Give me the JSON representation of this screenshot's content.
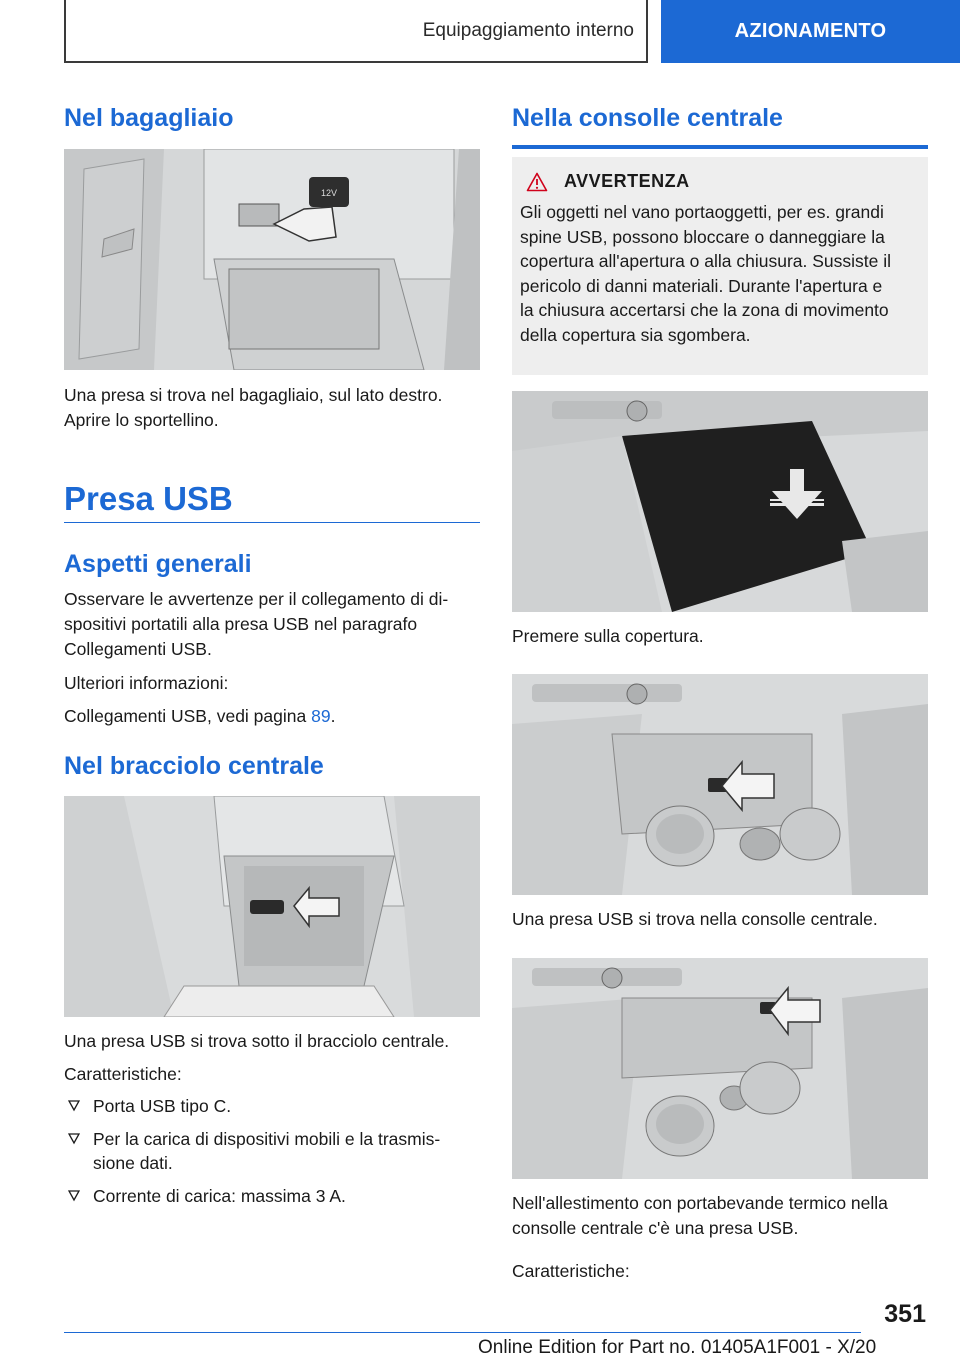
{
  "header": {
    "section": "Equipaggiamento interno",
    "chapter": "AZIONAMENTO",
    "accent_color": "#1c69d4"
  },
  "left": {
    "bagagliaio_title": "Nel bagagliaio",
    "bagagliaio_caption_1": "Una presa si trova nel bagagliaio, sul lato destro.",
    "bagagliaio_caption_2": "Aprire lo sportellino.",
    "usb_title": "Presa USB",
    "aspetti_title": "Aspetti generali",
    "aspetti_line_1": "Osservare le avvertenze per il collegamento di di-",
    "aspetti_line_2": "spositivi portatili alla presa USB nel paragrafo",
    "aspetti_line_3": "Collegamenti USB.",
    "ulteriori": "Ulteriori informazioni:",
    "collegamenti_prefix": "Collegamenti USB, vedi pagina ",
    "collegamenti_page": "89",
    "collegamenti_suffix": ".",
    "bracciolo_title": "Nel bracciolo centrale",
    "bracciolo_caption": "Una presa USB si trova sotto il bracciolo centrale.",
    "caratteristiche": "Caratteristiche:",
    "bullets": [
      "Porta USB tipo C.",
      "Per la carica di dispositivi mobili e la trasmis-",
      "sione dati.",
      "Corrente di carica: massima 3 A."
    ]
  },
  "right": {
    "consolle_title": "Nella consolle centrale",
    "warning_label": "AVVERTENZA",
    "warning_lines": [
      "Gli oggetti nel vano portaoggetti, per es. grandi",
      "spine USB, possono bloccare o danneggiare la",
      "copertura all'apertura o alla chiusura. Sussiste il",
      "pericolo di danni materiali. Durante l'apertura e",
      "la chiusura accertarsi che la zona di movimento",
      "della copertura sia sgombera."
    ],
    "caption_copertura": "Premere sulla copertura.",
    "caption_consolle": "Una presa USB si trova nella consolle centrale.",
    "caption_termico_1": "Nell'allestimento con portabevande termico nella",
    "caption_termico_2": "consolle centrale c'è una presa USB.",
    "caratteristiche": "Caratteristiche:"
  },
  "figure_labels": {
    "socket_12v": "12V"
  },
  "footer": {
    "page_number": "351",
    "edition": "Online Edition for Part no. 01405A1F001 - X/20"
  }
}
